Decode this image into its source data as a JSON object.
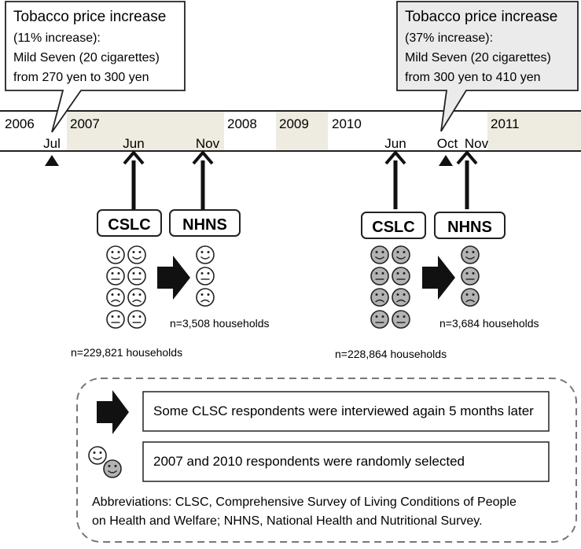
{
  "callouts": [
    {
      "lines": [
        "Tobacco price increase",
        "(11% increase):",
        "Mild Seven (20 cigarettes)",
        "from 270 yen to 300 yen"
      ],
      "fill": "#ffffff"
    },
    {
      "lines": [
        "Tobacco price increase",
        "(37% increase):",
        "Mild Seven (20 cigarettes)",
        "from 300 yen to 410 yen"
      ],
      "fill": "#ebebeb"
    }
  ],
  "timeline": {
    "years": [
      "2006",
      "2007",
      "2008",
      "2009",
      "2010",
      "2011"
    ],
    "months": [
      "Jul",
      "Jun",
      "Nov",
      "Jun",
      "Oct",
      "Nov"
    ],
    "shade_color": "#eeebe0"
  },
  "surveys": {
    "survey_2007": {
      "cslc_label": "CSLC",
      "nhns_label": "NHNS",
      "cslc_n": "n=229,821 households",
      "nhns_n": "n=3,508 households",
      "face_color": "#ffffff"
    },
    "survey_2010": {
      "cslc_label": "CSLC",
      "nhns_label": "NHNS",
      "cslc_n": "n=228,864 households",
      "nhns_n": "n=3,684 households",
      "face_color": "#b3b3b3"
    }
  },
  "legend": {
    "arrow_text": "Some CLSC respondents were interviewed again 5 months later",
    "faces_text": "2007 and 2010 respondents were randomly selected",
    "abbrev_lines": [
      "Abbreviations: CLSC, Comprehensive Survey of Living Conditions of People",
      "on Health and Welfare; NHNS, National Health and Nutritional Survey."
    ]
  }
}
